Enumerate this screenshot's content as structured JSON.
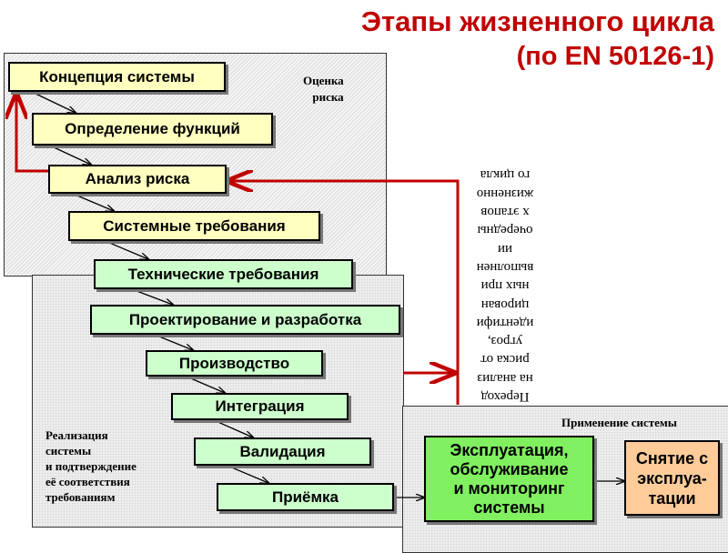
{
  "title": {
    "line1": "Этапы жизненного цикла",
    "line2": "(по EN 50126-1)"
  },
  "panels": {
    "risk": {
      "label_l1": "Оценка",
      "label_l2": "риска"
    },
    "realization": {
      "label_lines": [
        "Реализация",
        "системы",
        "и подтверждение",
        "её соответствия",
        "требованиям"
      ]
    },
    "application": {
      "label": "Применение системы"
    }
  },
  "stages": [
    "Концепция системы",
    "Определение функций",
    "Анализ риска",
    "Системные требования",
    "Технические требования",
    "Проектирование и разработка",
    "Производство",
    "Интеграция",
    "Валидация",
    "Приёмка"
  ],
  "operation": {
    "lines": [
      "Эксплуатация,",
      "обслуживание",
      "и мониторинг",
      "системы"
    ]
  },
  "decommission": {
    "lines": [
      "Снятие с",
      "эксплуа-",
      "тации"
    ]
  },
  "feedback_note": {
    "lines": [
      "Переход",
      "на анализ",
      "риска от",
      "угроз,",
      "идентифи",
      "цирован",
      "ных при",
      "выполнен",
      "ии",
      "очередны",
      "х этапов",
      "жизненно",
      "го цикла"
    ]
  },
  "colors": {
    "accent_red": "#c00000",
    "yellow": "#ffffc0",
    "light_green": "#ccffcc",
    "green": "#80f060",
    "orange": "#ffcc99"
  }
}
